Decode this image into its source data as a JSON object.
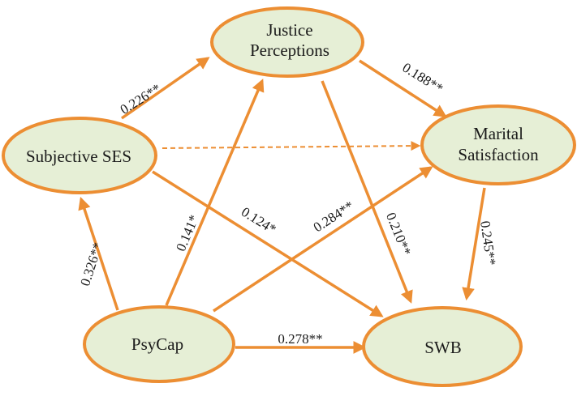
{
  "colors": {
    "accent": "#ec8e33",
    "node_fill": "#e6efd6",
    "text": "#1a1a1a"
  },
  "nodes": {
    "justice": {
      "line1": "Justice",
      "line2": "Perceptions"
    },
    "marital": {
      "line1": "Marital",
      "line2": "Satisfaction"
    },
    "ses": {
      "label": "Subjective SES"
    },
    "psycap": {
      "label": "PsyCap"
    },
    "swb": {
      "label": "SWB"
    }
  },
  "edges": {
    "ses_justice": "0.226**",
    "justice_marital": "0.188**",
    "psycap_ses": "0.326**",
    "psycap_justice": "0.141*",
    "ses_swb": "0.124*",
    "psycap_marital": "0.284**",
    "justice_swb": "0.210**",
    "marital_swb": "0.245**",
    "psycap_swb": "0.278**"
  }
}
